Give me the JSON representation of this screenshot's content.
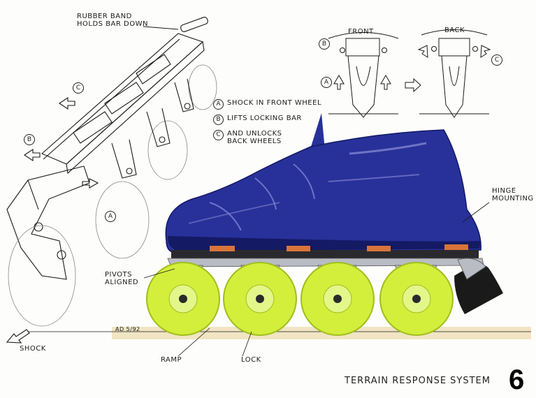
{
  "notes": {
    "rubber_band_line1": "RUBBER BAND",
    "rubber_band_line2": "HOLDS BAR DOWN",
    "front": "FRONT",
    "back": "BACK",
    "hinge_line1": "HINGE",
    "hinge_line2": "MOUNTING",
    "pivots_line1": "PIVOTS",
    "pivots_line2": "ALIGNED",
    "shock": "SHOCK",
    "ramp": "RAMP",
    "lock": "LOCK",
    "signature": "AD 5/92"
  },
  "legend": [
    {
      "key": "A",
      "text_line1": "SHOCK IN FRONT WHEEL",
      "text_line2": ""
    },
    {
      "key": "B",
      "text_line1": "LIFTS LOCKING BAR",
      "text_line2": ""
    },
    {
      "key": "C",
      "text_line1": "AND UNLOCKS",
      "text_line2": "BACK WHEELS"
    }
  ],
  "callouts": {
    "a": "A",
    "b": "B",
    "c": "C"
  },
  "title": "TERRAIN RESPONSE SYSTEM",
  "page_number": "6",
  "colors": {
    "boot": "#28309a",
    "boot_dark": "#141a63",
    "wheel": "#d4ee3c",
    "wheel_dark": "#9fbf1c",
    "frame": "#b9bcc4",
    "pads": "#d9743a",
    "ground": "#efe1b8",
    "ink": "#1a1a1a"
  }
}
